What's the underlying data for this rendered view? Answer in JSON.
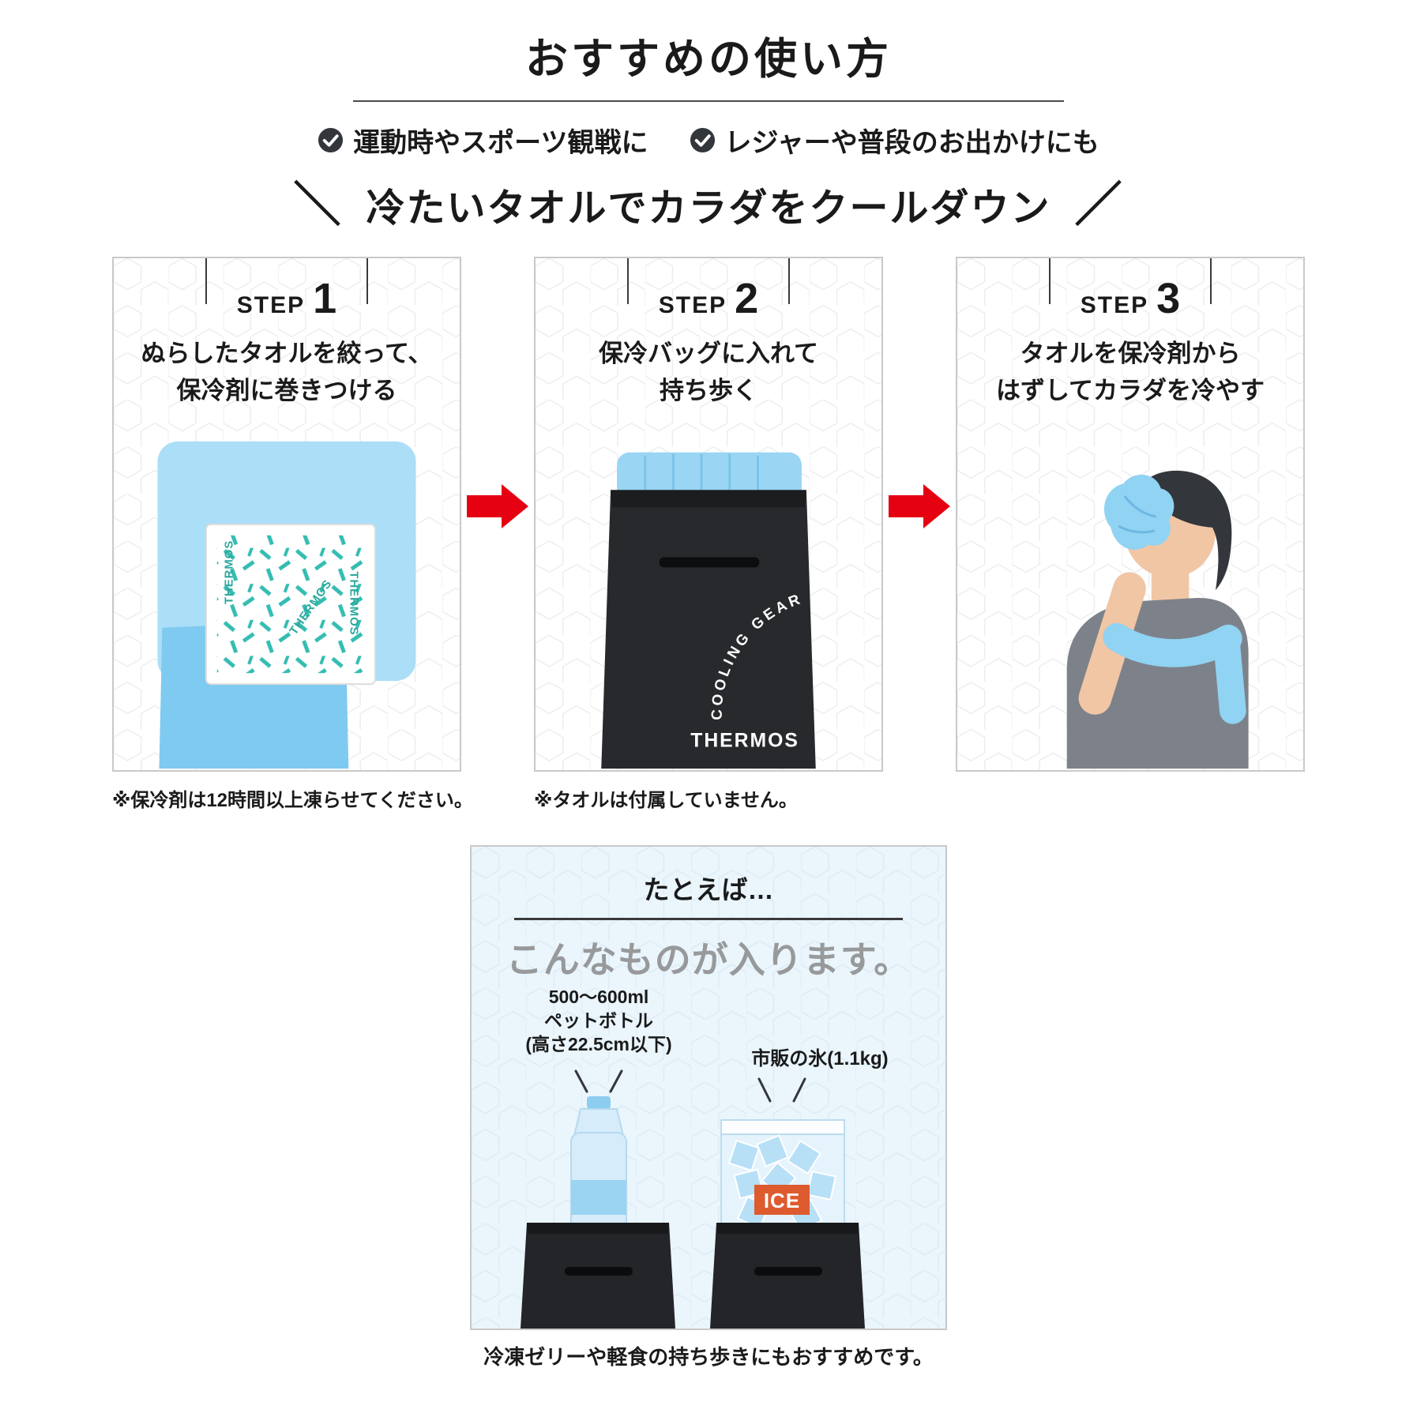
{
  "header": {
    "title": "おすすめの使い方",
    "bullets": [
      {
        "label": "運動時やスポーツ観戦に"
      },
      {
        "label": "レジャーや普段のお出かけにも"
      }
    ],
    "tagline": {
      "left_slash": "＼",
      "text": "冷たいタオルでカラダをクールダウン",
      "right_slash": "／"
    }
  },
  "steps": [
    {
      "label": "STEP",
      "number": "1",
      "desc_line1": "ぬらしたタオルを絞って、",
      "desc_line2": "保冷剤に巻きつける",
      "note": "※保冷剤は12時間以上凍らせてください。"
    },
    {
      "label": "STEP",
      "number": "2",
      "desc_line1": "保冷バッグに入れて",
      "desc_line2": "持ち歩く",
      "note": "※タオルは付属していません。"
    },
    {
      "label": "STEP",
      "number": "3",
      "desc_line1": "タオルを保冷剤から",
      "desc_line2": "はずしてカラダを冷やす"
    }
  ],
  "illustrations": {
    "ice_pack_brand": "THERMOS",
    "bag_brand": "THERMOS",
    "bag_curved_text": "COOLING GEAR",
    "ice_label": "ICE"
  },
  "example": {
    "heading": "たとえば…",
    "big_text": "こんなものが入ります。",
    "left_label": {
      "line1": "500〜600ml",
      "line2": "ペットボトル",
      "line3": "(高さ22.5cm以下)"
    },
    "right_label": "市販の氷(1.1kg)",
    "caption": "冷凍ゼリーや軽食の持ち歩きにもおすすめです。"
  },
  "colors": {
    "arrow_red": "#e50012",
    "towel_blue": "#9ad5f4",
    "pack_teal": "#35bdb2",
    "bag_black": "#27292c",
    "example_bg": "#eaf5fc",
    "big_text_gray": "#97999b",
    "ice_label_red": "#dd5b2e"
  }
}
